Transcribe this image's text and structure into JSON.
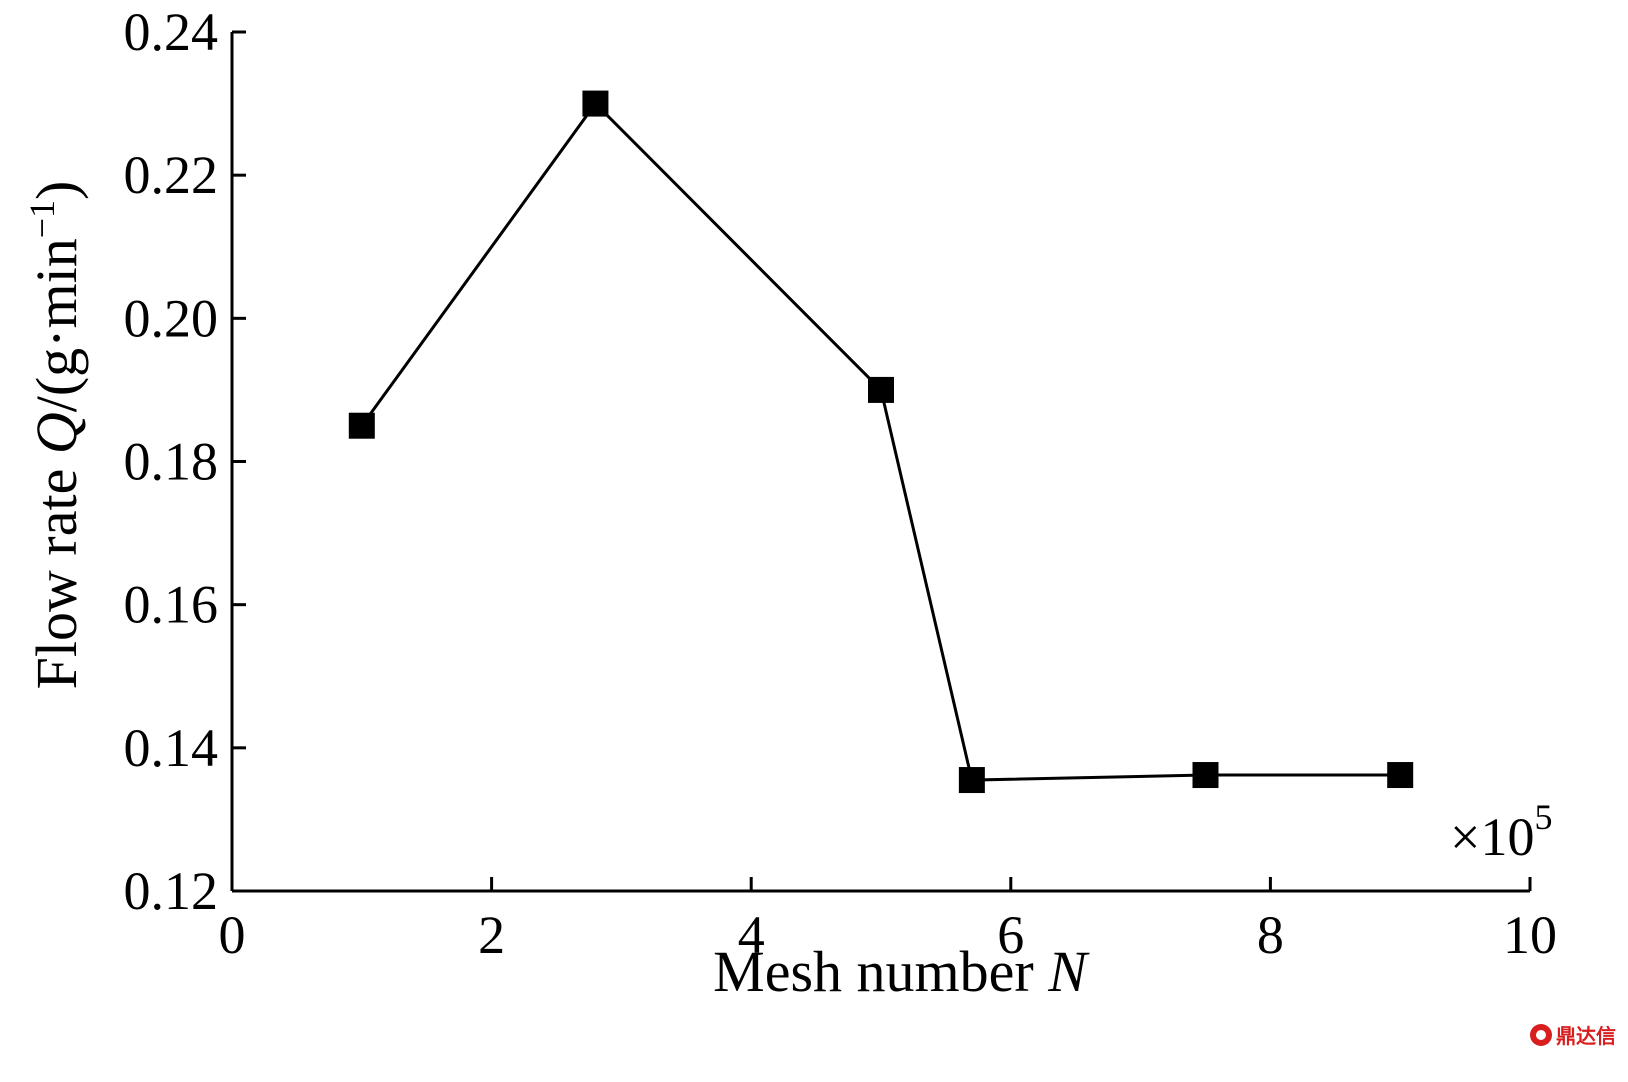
{
  "chart_data": {
    "type": "line",
    "xlabel_prefix": "Mesh number ",
    "xlabel_symbol": "N",
    "ylabel_prefix": "Flow rate ",
    "ylabel_symbol": "Q",
    "ylabel_unit_open": "/(g·min",
    "ylabel_unit_exp": "−1",
    "ylabel_unit_close": ")",
    "x_multiplier_base": "×10",
    "x_multiplier_exp": "5",
    "xlim": [
      0,
      10
    ],
    "ylim": [
      0.12,
      0.24
    ],
    "x_ticks": [
      0,
      2,
      4,
      6,
      8,
      10
    ],
    "x_tick_labels": [
      "0",
      "2",
      "4",
      "6",
      "8",
      "10"
    ],
    "y_ticks": [
      0.12,
      0.14,
      0.16,
      0.18,
      0.2,
      0.22,
      0.24
    ],
    "y_tick_labels": [
      "0.12",
      "0.14",
      "0.16",
      "0.18",
      "0.20",
      "0.22",
      "0.24"
    ],
    "grid": false,
    "marker": "square",
    "line_color": "#000000",
    "marker_color": "#000000",
    "series": [
      {
        "x": [
          1.0,
          2.8,
          5.0,
          5.7,
          7.5,
          9.0
        ],
        "y": [
          0.185,
          0.23,
          0.19,
          0.1355,
          0.1362,
          0.1362
        ]
      }
    ]
  },
  "watermark": {
    "text": "鼎达信",
    "logo_icon": "circle-logo-icon",
    "color": "#d81e1e"
  }
}
